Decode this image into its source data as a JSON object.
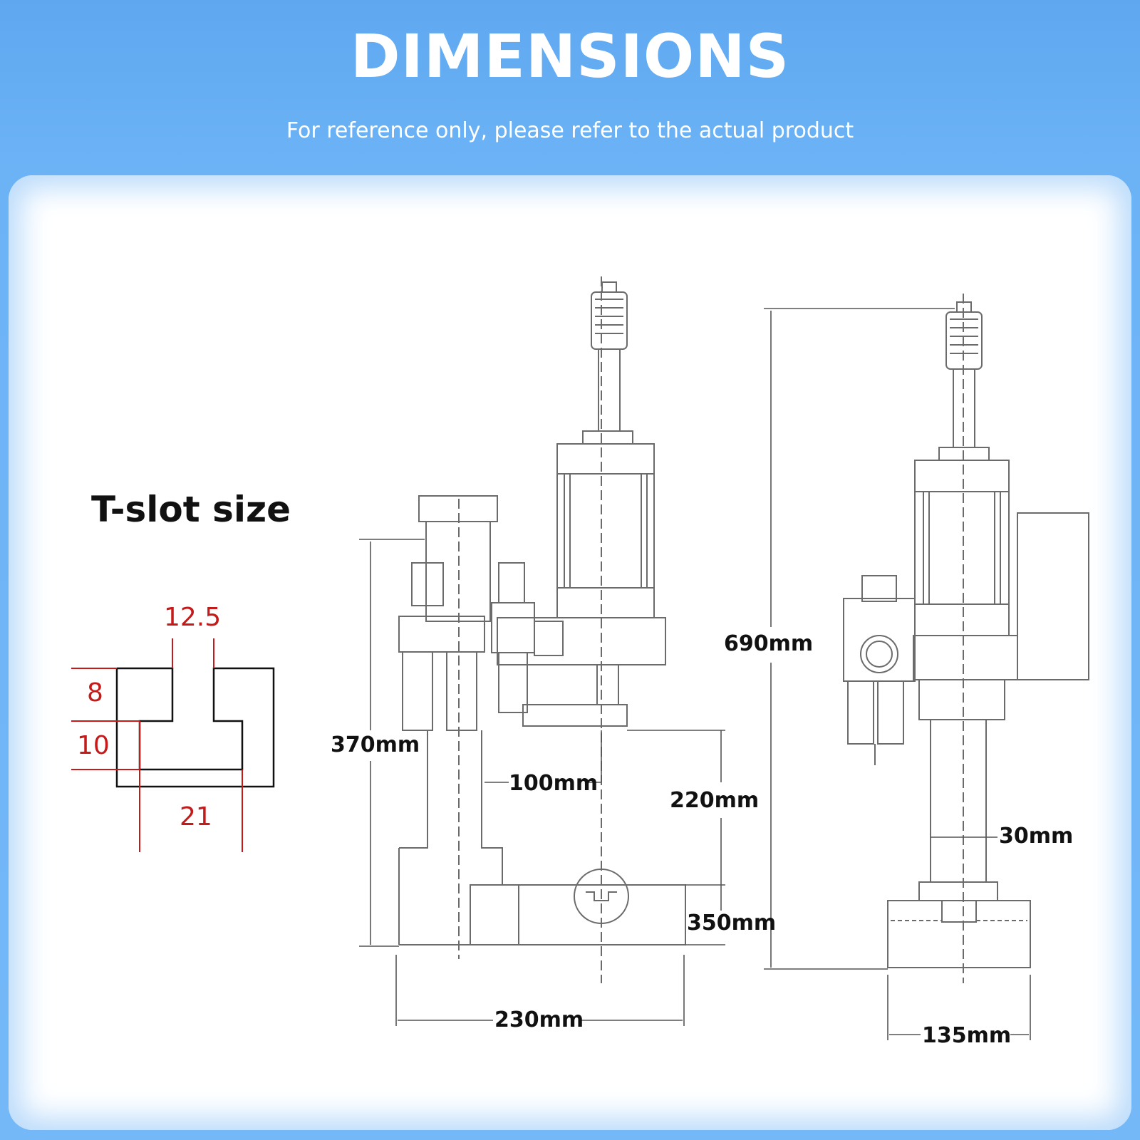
{
  "header": {
    "title": "DIMENSIONS",
    "subtitle": "For reference only, please refer to the actual product"
  },
  "tslot": {
    "title": "T-slot size",
    "dims": {
      "top_gap": "12.5",
      "top_depth": "8",
      "lower_depth": "10",
      "bottom_width": "21"
    }
  },
  "machine": {
    "dims": {
      "total_height": "690mm",
      "side_height": "370mm",
      "throat": "100mm",
      "stroke_gap": "220mm",
      "table_height": "350mm",
      "base_depth": "230mm",
      "column": "30mm",
      "base_width": "135mm"
    }
  },
  "colors": {
    "header_blue": "#6cb3f6",
    "panel_glow": "#bcdcfb",
    "tslot_red": "#c41a1a",
    "line_gray": "#6b6b6b"
  }
}
